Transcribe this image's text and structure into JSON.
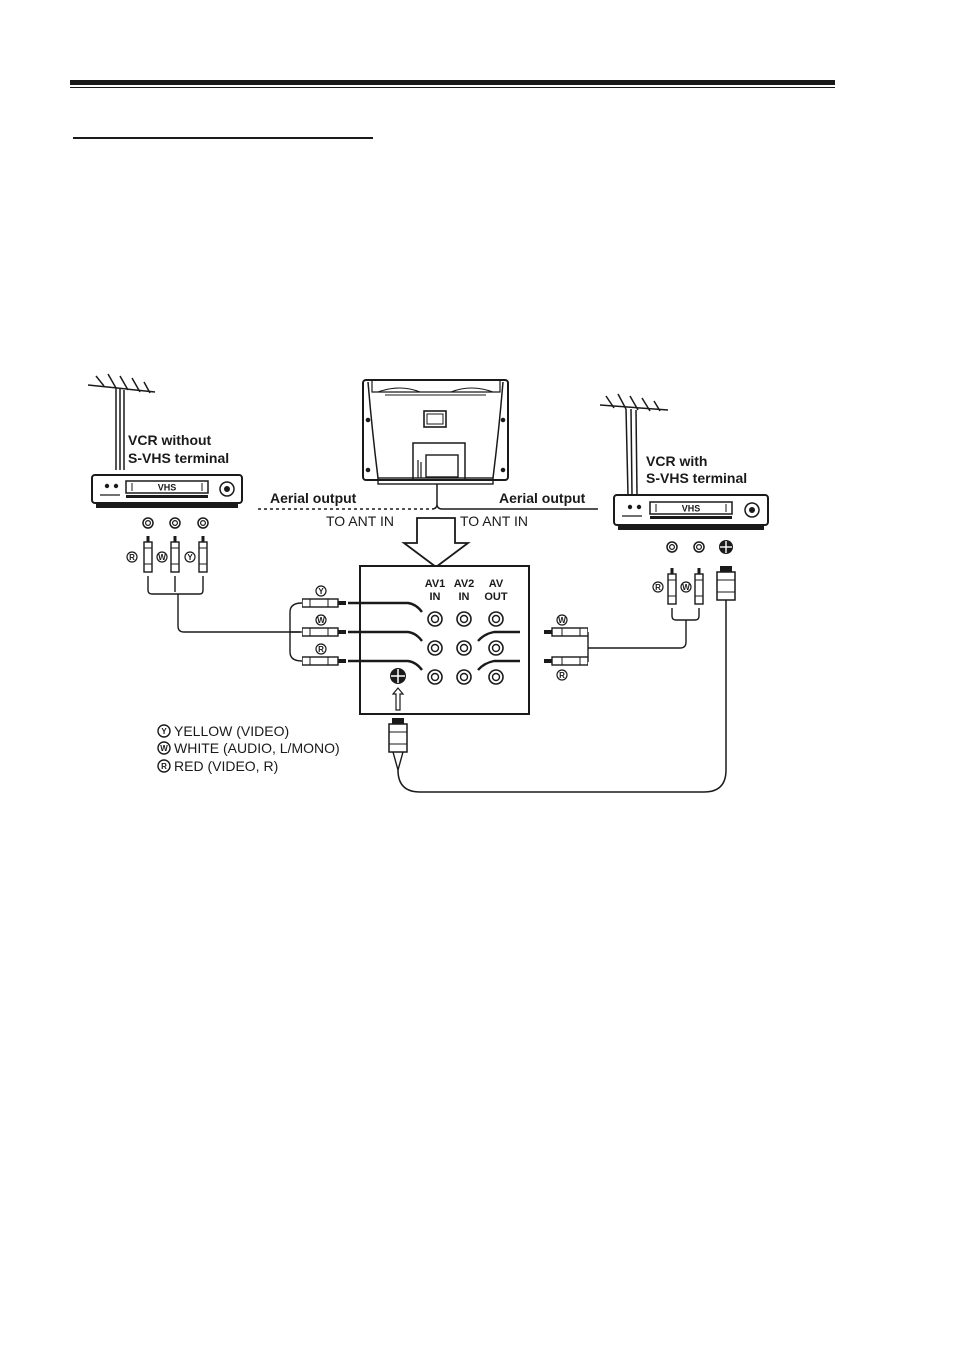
{
  "vcr_left": {
    "label_line1": "VCR without",
    "label_line2": "S-VHS terminal",
    "deck_label": "VHS"
  },
  "vcr_right": {
    "label_line1": "VCR with",
    "label_line2": "S-VHS terminal",
    "deck_label": "VHS"
  },
  "aerial": {
    "left_output": "Aerial output",
    "right_output": "Aerial output",
    "left_to_ant": "TO ANT IN",
    "right_to_ant": "TO ANT IN"
  },
  "panel": {
    "av1_line1": "AV1",
    "av1_line2": "IN",
    "av2_line1": "AV2",
    "av2_line2": "IN",
    "avout_line1": "AV",
    "avout_line2": "OUT"
  },
  "plug_marks": {
    "yellow": "Y",
    "white": "W",
    "red": "R"
  },
  "legend": [
    {
      "symbol": "Y",
      "text": "YELLOW (VIDEO)"
    },
    {
      "symbol": "W",
      "text": "WHITE (AUDIO, L/MONO)"
    },
    {
      "symbol": "R",
      "text": "RED (VIDEO, R)"
    }
  ]
}
